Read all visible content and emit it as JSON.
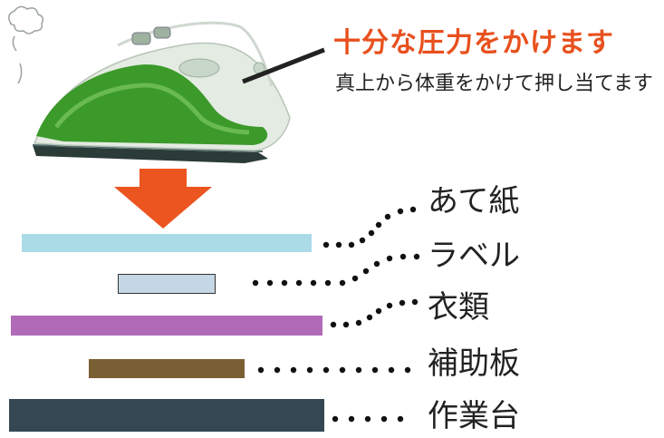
{
  "heading": {
    "title": "十分な圧力をかけます",
    "subtitle": "真上から体重をかけて押し当てます"
  },
  "colors": {
    "title": "#e8501e",
    "arrow": "#ec5520",
    "iron_green": "#3b9a2a",
    "iron_body": "#e4ebe2",
    "iron_sole": "#2b3b38"
  },
  "layers": [
    {
      "label": "あて紙",
      "color": "#aadbe6"
    },
    {
      "label": "ラベル",
      "color": "#c5d7e4",
      "outline": "#333333"
    },
    {
      "label": "衣類",
      "color": "#b06ab8"
    },
    {
      "label": "補助板",
      "color": "#7a5e34"
    },
    {
      "label": "作業台",
      "color": "#334852"
    }
  ]
}
